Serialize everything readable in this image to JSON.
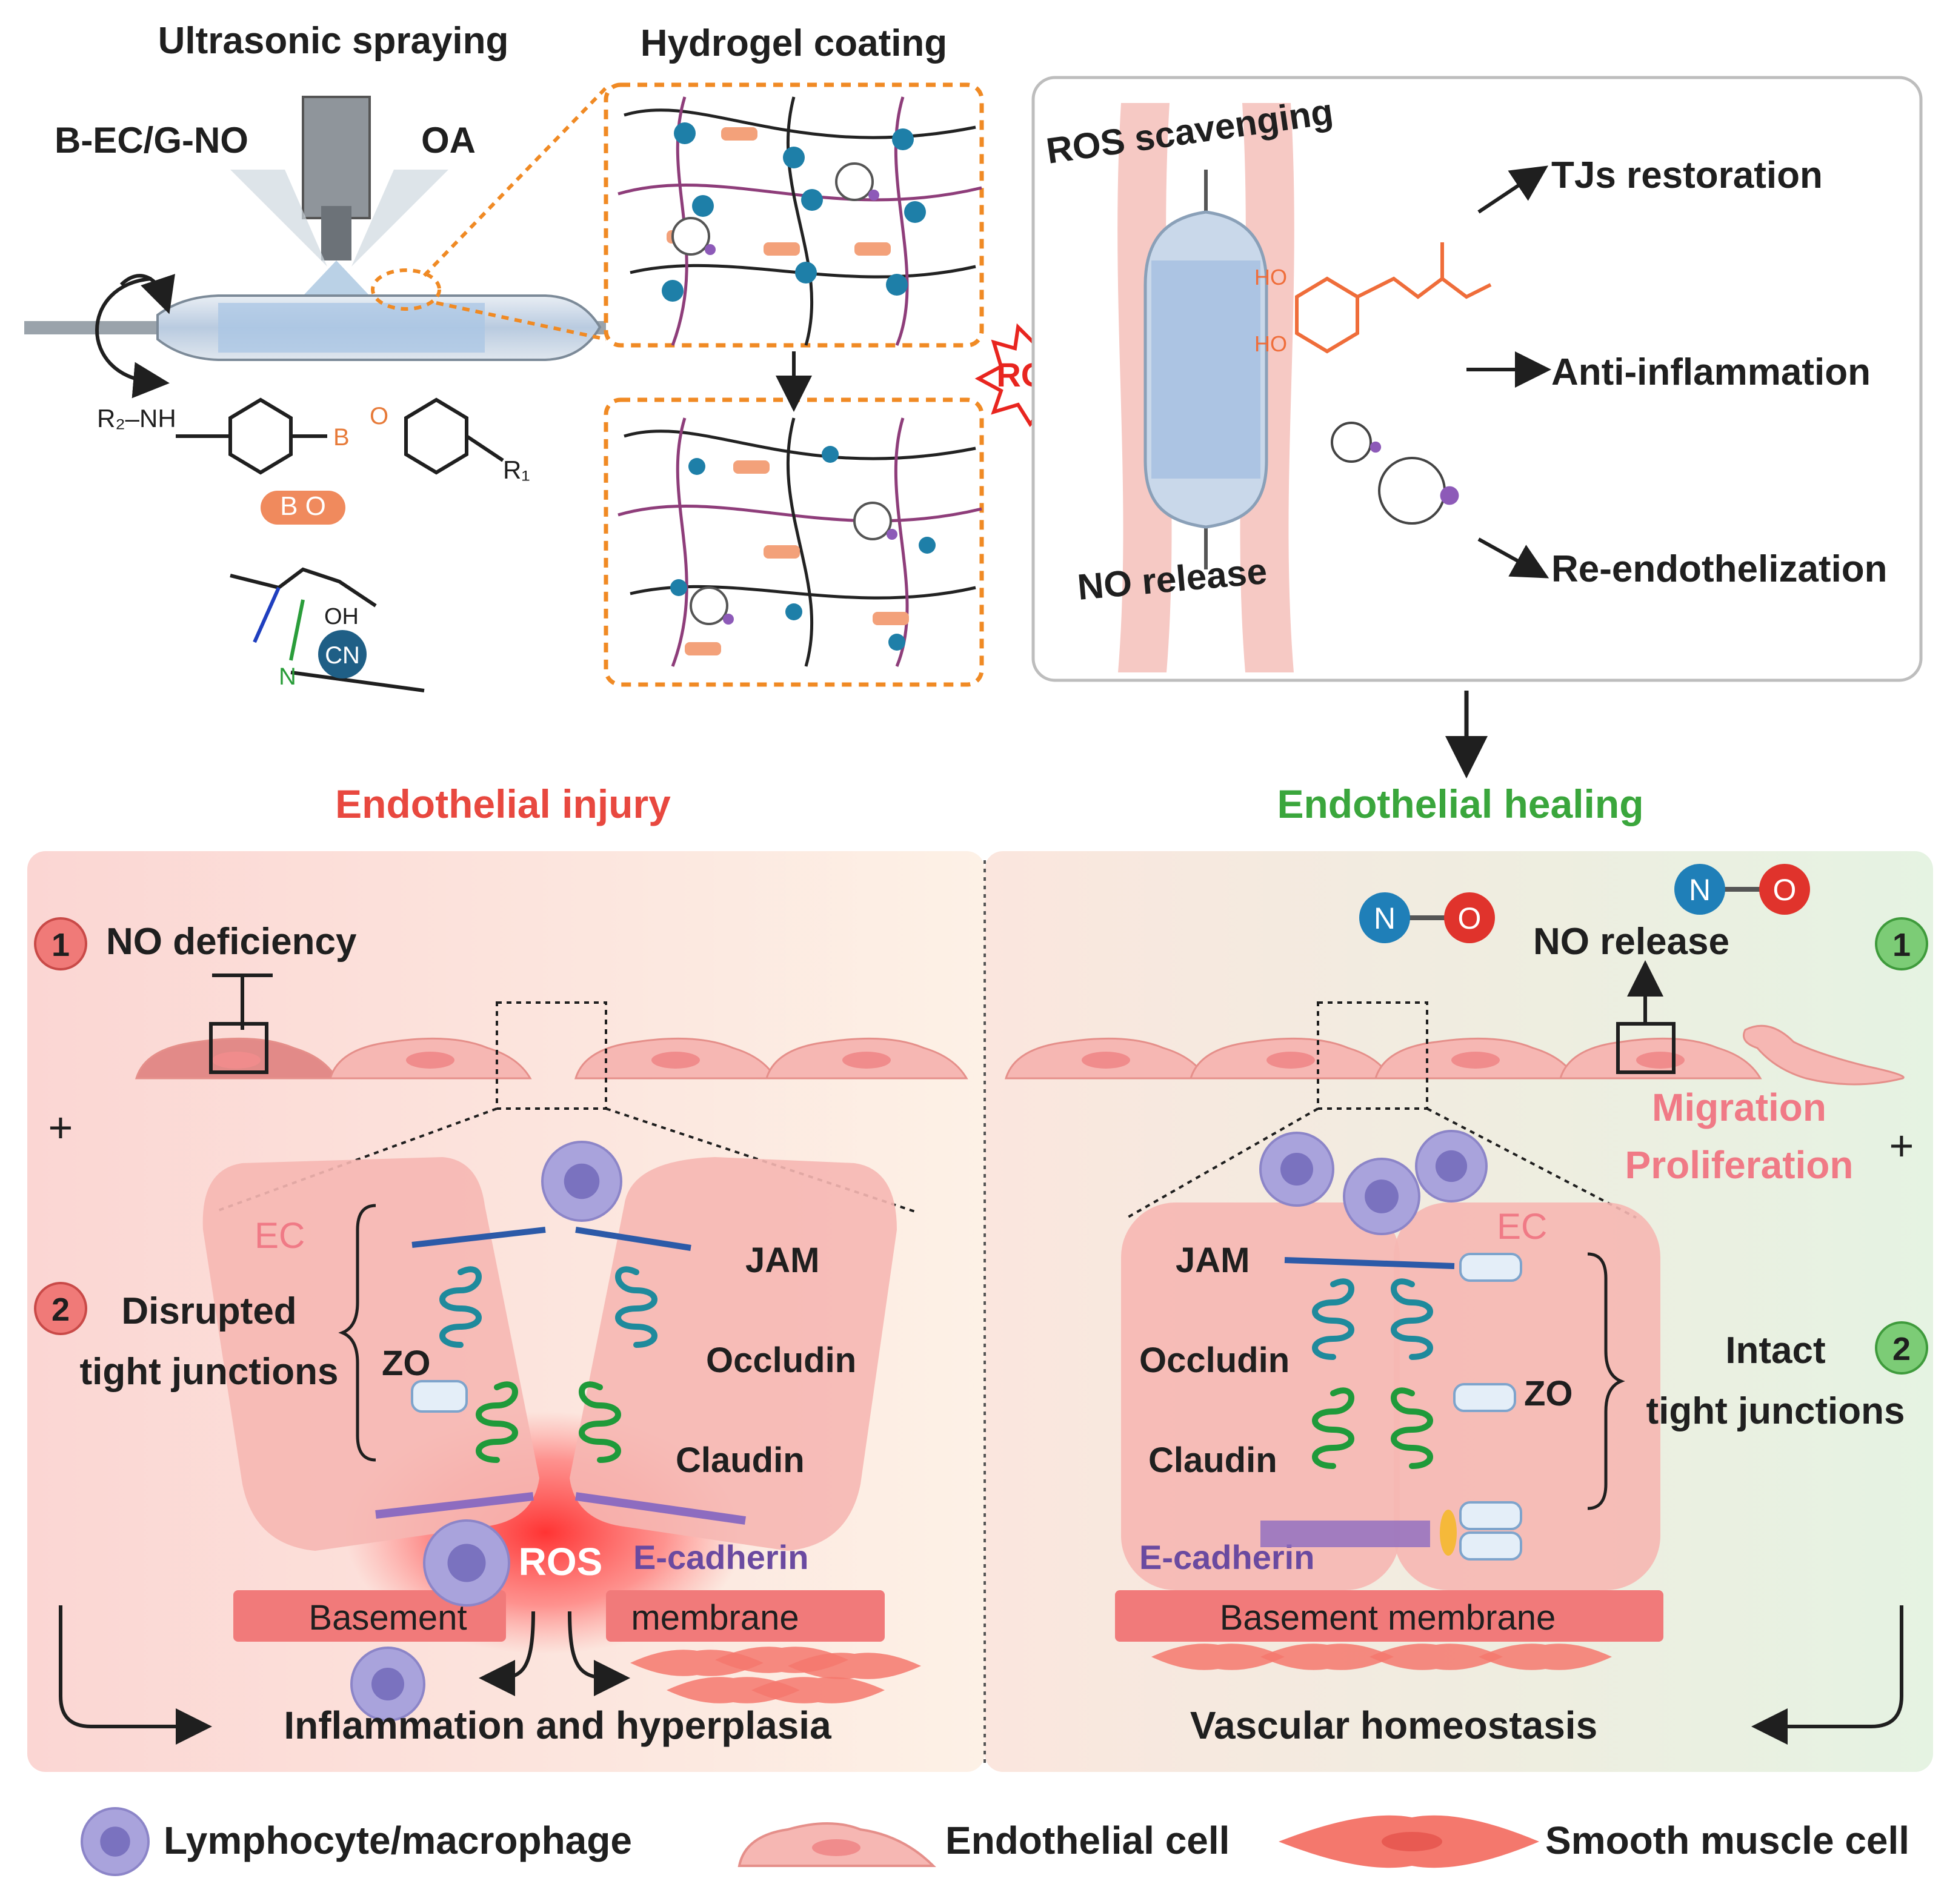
{
  "top": {
    "process_title": "Ultrasonic spraying",
    "left_solution": "B-EC/G-NO",
    "right_solution": "OA",
    "coating_title": "Hydrogel coating",
    "chem_r2nh": "R₂–NH",
    "chem_r1": "R₁",
    "chem_bo_badge": "B O",
    "chem_oh": "OH",
    "chem_cn_badge": "CN",
    "chem_n": "N",
    "chem_b": "B",
    "chem_o": "O",
    "ros_trigger": "ROS",
    "ros_scavenging": "ROS scavenging",
    "no_release": "NO release",
    "ho_top": "HO",
    "ho_bottom": "HO",
    "outcomes": [
      "TJs restoration",
      "Anti-inflammation",
      "Re-endothelization"
    ]
  },
  "injury": {
    "title": "Endothelial injury",
    "step1_num": "1",
    "step1": "NO deficiency",
    "plus": "+",
    "step2_num": "2",
    "step2_line1": "Disrupted",
    "step2_line2": "tight junctions",
    "ec": "EC",
    "zo": "ZO",
    "jam": "JAM",
    "occludin": "Occludin",
    "claudin": "Claudin",
    "ecadherin": "E-cadherin",
    "ros": "ROS",
    "basement_left": "Basement",
    "basement_right": "membrane",
    "outcome": "Inflammation and hyperplasia"
  },
  "healing": {
    "title": "Endothelial healing",
    "n": "N",
    "o": "O",
    "no_release": "NO release",
    "step1_num": "1",
    "migration": "Migration",
    "proliferation": "Proliferation",
    "plus": "+",
    "ec": "EC",
    "jam": "JAM",
    "occludin": "Occludin",
    "claudin": "Claudin",
    "zo": "ZO",
    "ecadherin": "E-cadherin",
    "step2_num": "2",
    "step2_line1": "Intact",
    "step2_line2": "tight junctions",
    "basement": "Basement membrane",
    "outcome": "Vascular homeostasis"
  },
  "legend": {
    "lymphocyte": "Lymphocyte/macrophage",
    "endothelial": "Endothelial cell",
    "smooth_muscle": "Smooth muscle cell"
  },
  "colors": {
    "injury_red": "#e8483f",
    "healing_green": "#3aa63c",
    "orange_dash": "#f08a24",
    "pink_text": "#f07a86",
    "ecadherin_purple": "#6a4aa0",
    "badge_red": "#f07a78",
    "badge_green": "#7ccc76"
  }
}
